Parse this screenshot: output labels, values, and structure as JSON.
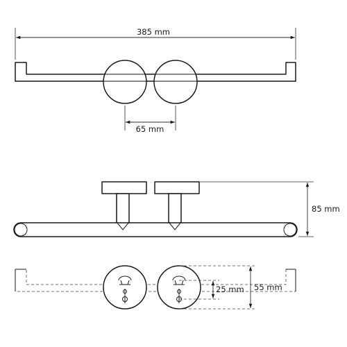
{
  "dimensions": {
    "total_length": "385 mm",
    "post_spacing": "65 mm",
    "height": "85 mm",
    "inner_hole": "25 mm",
    "rosette_diameter": "55 mm"
  },
  "colors": {
    "line": "#1a1a1a",
    "background": "#ffffff"
  }
}
